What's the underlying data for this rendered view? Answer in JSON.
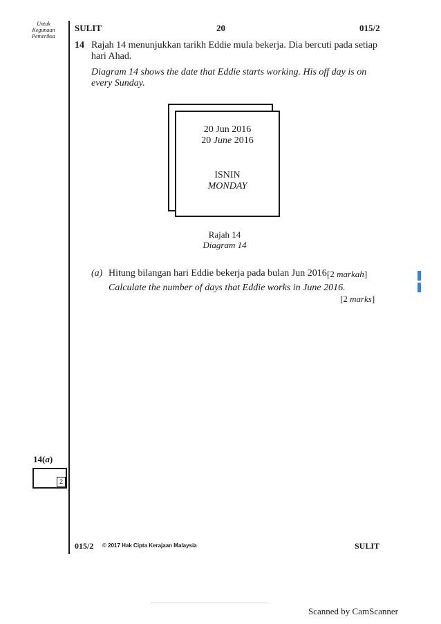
{
  "margin_note": {
    "line1": "Untuk",
    "line2": "Kegunaan",
    "line3": "Pemeriksa"
  },
  "header": {
    "left": "SULIT",
    "center": "20",
    "right": "015/2"
  },
  "question": {
    "number": "14",
    "malay_line1": "Rajah 14 menunjukkan tarikh Eddie mula bekerja. Dia bercuti pada setiap",
    "malay_line2": "hari Ahad.",
    "english_line1": "Diagram 14 shows the date that Eddie starts working. His off day is on",
    "english_line2": "every Sunday."
  },
  "calendar": {
    "date_malay": "20 Jun 2016",
    "date_english_day": "20 ",
    "date_english_month": "June",
    "date_english_year": " 2016",
    "day_malay": "ISNIN",
    "day_english": "MONDAY"
  },
  "caption": {
    "malay": "Rajah 14",
    "english": "Diagram 14"
  },
  "part_a": {
    "label": "(a)",
    "malay": "Hitung bilangan hari Eddie bekerja pada bulan Jun 2016.",
    "malay_marks": "[2 markah]",
    "english": "Calculate the number of days that Eddie works in June 2016.",
    "english_marks": "[2 marks]"
  },
  "margin_box": {
    "label": "14(a)",
    "marks": "2"
  },
  "footer": {
    "code": "015/2",
    "copyright": "© 2017 Hak Cipta Kerajaan Malaysia",
    "right": "SULIT"
  },
  "watermark": "Scanned by CamScanner",
  "colors": {
    "ink": "#1a1a1a",
    "side_marker": "#3b82d8"
  }
}
